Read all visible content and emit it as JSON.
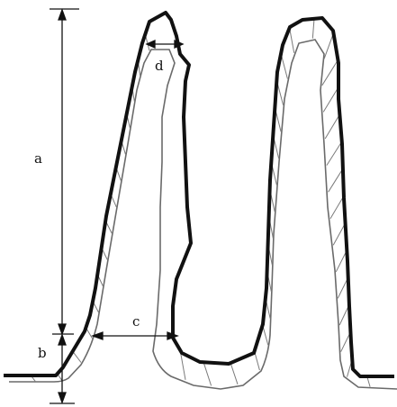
{
  "labels": {
    "a": "a",
    "b": "b",
    "c": "c",
    "d": "d"
  },
  "colors": {
    "outline": "#111111",
    "cell_stroke": "#6a6a6a",
    "background": "#ffffff"
  }
}
